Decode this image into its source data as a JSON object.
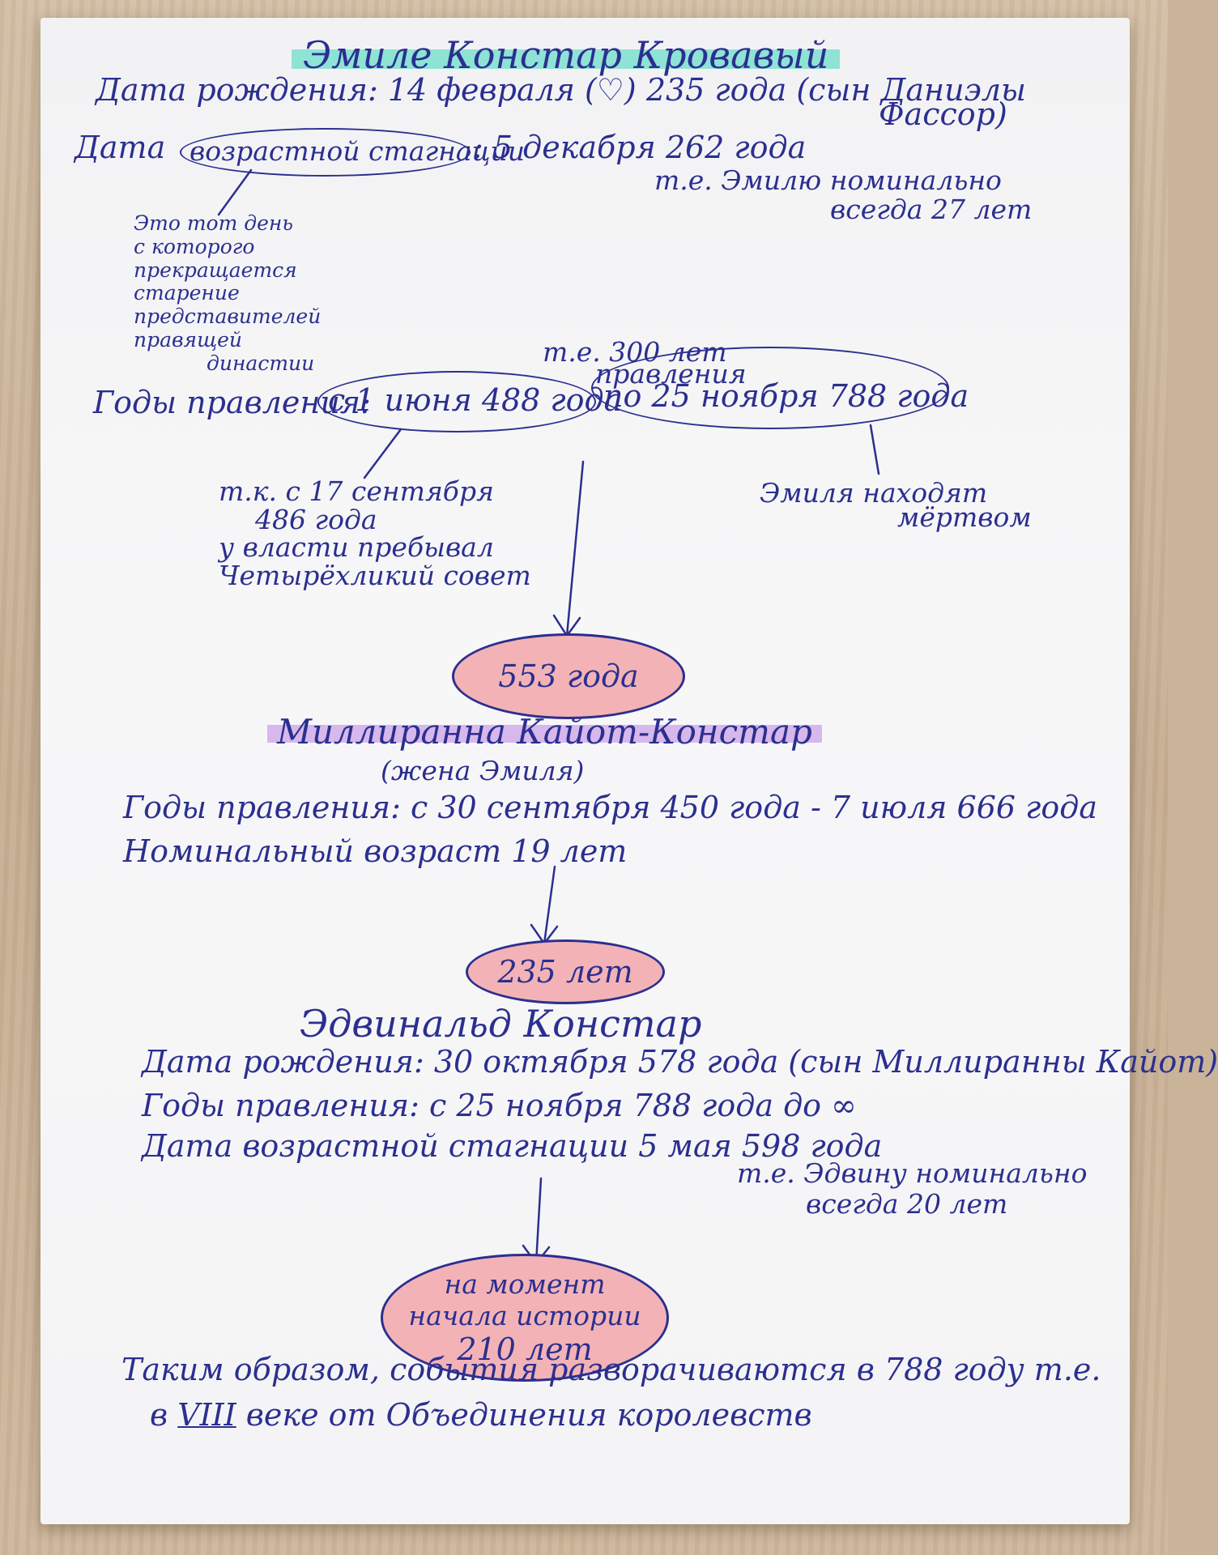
{
  "title": "Эмиле Констар Кровавый",
  "emil": {
    "birth": "Дата рождения: 14 февраля (♡) 235 года (сын Даниэлы",
    "birth_cont": "Фассор)",
    "stag_label": "Дата",
    "stag_circled": "возрастной стагнации",
    "stag_value": ": 5 декабря 262 года",
    "nominal_1": "т.е. Эмилю номинально",
    "nominal_2": "всегда 27 лет",
    "note": [
      "Это тот день",
      "с которого",
      "прекращается",
      "старение",
      "представителей",
      "правящей",
      "династии"
    ],
    "reign_label": "Годы правления:",
    "reign_from": "с 1 июня 488 года",
    "reign_to": "по 25 ноября 788 года",
    "years300_1": "т.е. 300 лет",
    "years300_2": "правления",
    "council": [
      "т.к. с 17 сентября",
      "486 года",
      "у власти пребывал",
      "Четырёхликий совет"
    ],
    "found_1": "Эмиля находят",
    "found_2": "мёртвом"
  },
  "oval1": "553 года",
  "mill": {
    "name": "Миллиранна Кайот-Констар",
    "sub": "(жена Эмиля)",
    "reign": "Годы правления: с 30 сентября 450 года - 7 июля 666 года",
    "age": "Номинальный возраст 19 лет"
  },
  "oval2": "235 лет",
  "edv": {
    "name": "Эдвинальд Констар",
    "birth": "Дата рождения: 30 октября 578 года (сын Миллиранны Кайот)",
    "reign": "Годы правления: с 25 ноября 788 года до ∞",
    "stag": "Дата возрастной стагнации 5 мая 598 года",
    "nominal_1": "т.е. Эдвину номинально",
    "nominal_2": "всегда 20 лет"
  },
  "oval3": [
    "на момент",
    "начала истории",
    "210 лет"
  ],
  "conclusion_1": "Таким образом, события разворачиваются в 788 году т.е.",
  "conclusion_2_a": "в",
  "conclusion_2_roman": "VIII",
  "conclusion_2_b": "веке от Объединения королевств"
}
